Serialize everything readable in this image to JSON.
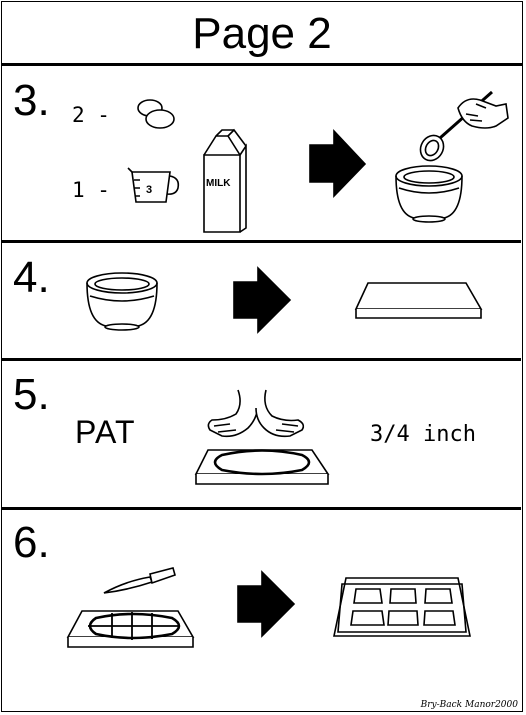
{
  "page": {
    "title": "Page 2"
  },
  "steps": [
    {
      "number": "3.",
      "quantities": [
        "2 -",
        "1 -"
      ],
      "cup_label": "3",
      "carton_label": "MILK",
      "icons": [
        "egg-icon",
        "measuring-cup-icon",
        "milk-carton-icon",
        "arrow-right-icon",
        "spoon-hand-icon",
        "mixing-bowl-icon"
      ]
    },
    {
      "number": "4.",
      "icons": [
        "mixing-bowl-icon",
        "arrow-right-icon",
        "board-icon"
      ]
    },
    {
      "number": "5.",
      "action": "PAT",
      "measure": "3/4 inch",
      "icons": [
        "hands-icon",
        "dough-icon",
        "board-icon"
      ]
    },
    {
      "number": "6.",
      "icons": [
        "knife-icon",
        "cut-dough-icon",
        "arrow-right-icon",
        "baking-tray-icon"
      ]
    }
  ],
  "credit": "Bry-Back Manor2000"
}
